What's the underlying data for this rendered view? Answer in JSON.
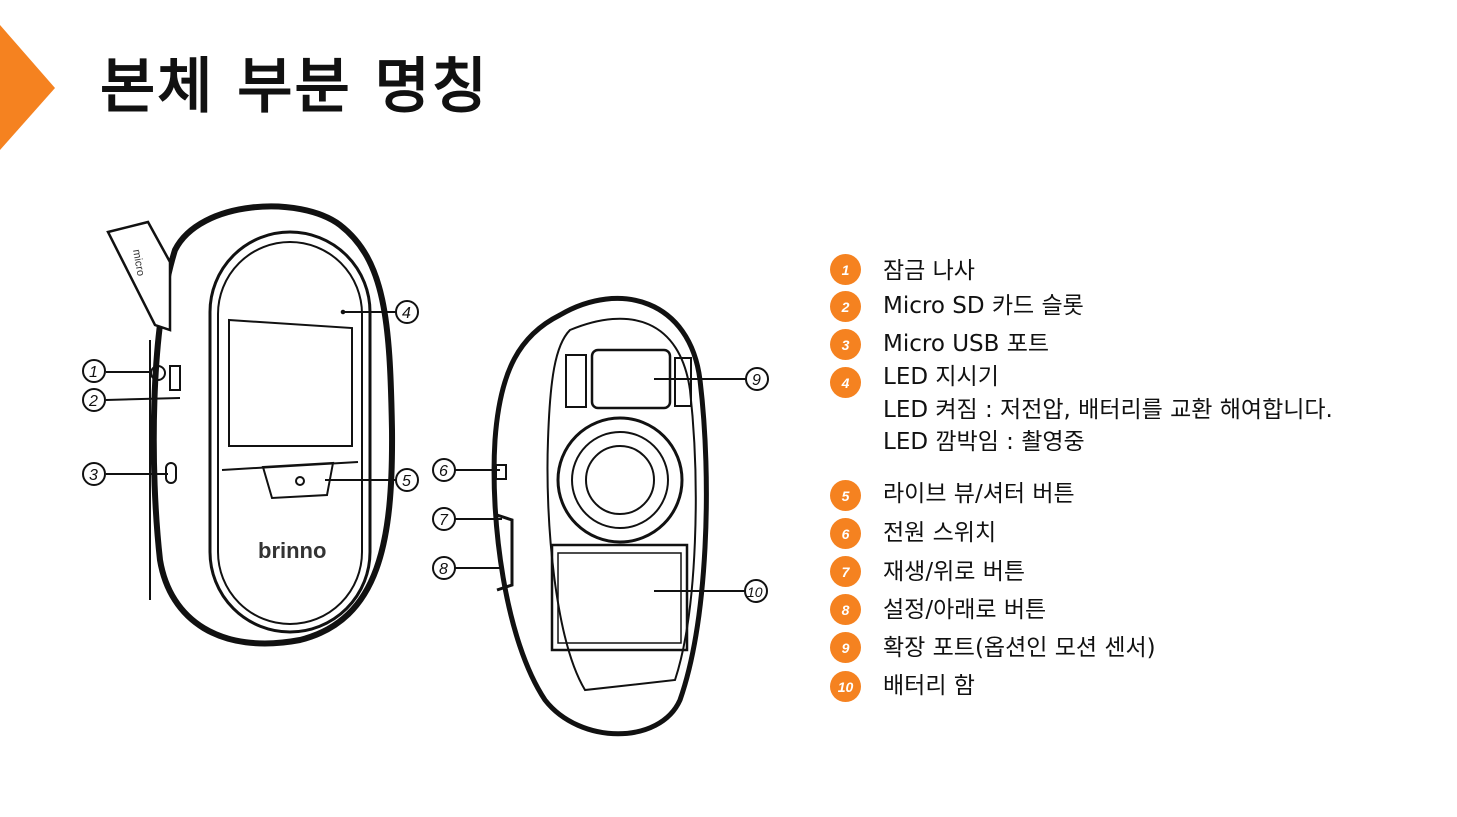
{
  "title": "본체 부분 명칭",
  "colors": {
    "accent": "#F58220",
    "line": "#111111"
  },
  "device": {
    "brand": "brinno",
    "card_label": "micro"
  },
  "callouts": [
    "1",
    "2",
    "3",
    "4",
    "5",
    "6",
    "7",
    "8",
    "9",
    "10"
  ],
  "legend": [
    {
      "num": "1",
      "label": "잠금 나사"
    },
    {
      "num": "2",
      "label": "Micro SD 카드 슬롯"
    },
    {
      "num": "3",
      "label": "Micro USB 포트"
    },
    {
      "num": "4",
      "label": "LED 지시기",
      "notes": [
        "LED 켜짐 : 저전압, 배터리를 교환 해여합니다.",
        "LED 깜박임 : 촬영중"
      ]
    },
    {
      "num": "5",
      "label": "라이브 뷰/셔터 버튼"
    },
    {
      "num": "6",
      "label": "전원 스위치"
    },
    {
      "num": "7",
      "label": "재생/위로 버튼"
    },
    {
      "num": "8",
      "label": "설정/아래로 버튼"
    },
    {
      "num": "9",
      "label": "확장 포트(옵션인 모션 센서)"
    },
    {
      "num": "10",
      "label": "배터리 함"
    }
  ]
}
